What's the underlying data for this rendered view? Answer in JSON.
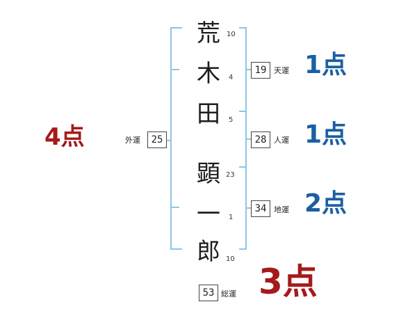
{
  "characters": [
    {
      "char": "荒",
      "strokes": "10"
    },
    {
      "char": "木",
      "strokes": "4"
    },
    {
      "char": "田",
      "strokes": "5"
    },
    {
      "char": "顕",
      "strokes": "23"
    },
    {
      "char": "一",
      "strokes": "1"
    },
    {
      "char": "郎",
      "strokes": "10"
    }
  ],
  "fortunes": {
    "ten": {
      "label": "天運",
      "value": "19",
      "score": "1点"
    },
    "jin": {
      "label": "人運",
      "value": "28",
      "score": "1点"
    },
    "chi": {
      "label": "地運",
      "value": "34",
      "score": "2点"
    },
    "gai": {
      "label": "外運",
      "value": "25",
      "score": "4点"
    },
    "sou": {
      "label": "総運",
      "value": "53",
      "score": "3点"
    }
  },
  "colors": {
    "bracket": "#8ec5e6",
    "blue_score": "#1a5fa3",
    "red_score": "#a51a1a"
  }
}
